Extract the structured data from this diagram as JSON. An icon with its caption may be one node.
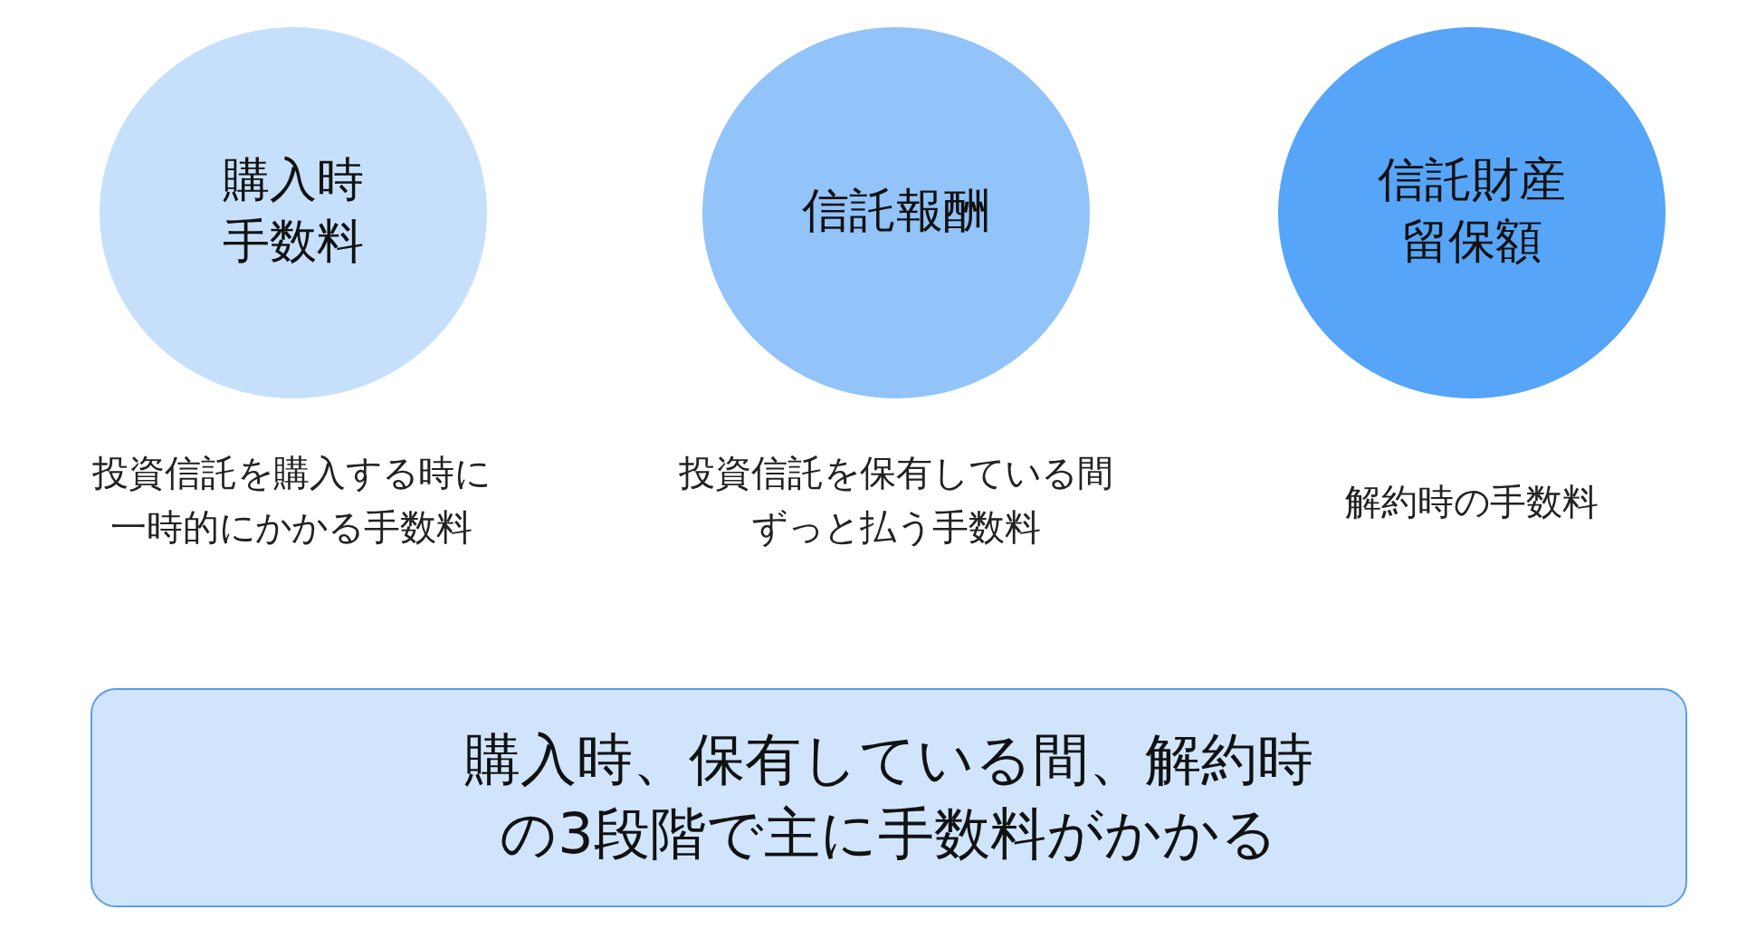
{
  "diagram": {
    "nodes": [
      {
        "text": [
          "購入時手数料"
        ],
        "beside": [
          "投資信託を購入する時に一時的にかかる手数料"
        ]
      },
      {
        "text": [
          "信託報酬"
        ],
        "beside": [
          "投資信託を保有している間ずっと払う手数料"
        ]
      },
      {
        "text": [
          "信託財産留保額"
        ],
        "beside": [
          "解約時の手数料"
        ]
      },
      {
        "text": [
          "購入時、保有している間、解約時の3段階で主に手数料がかかる"
        ]
      }
    ]
  }
}
